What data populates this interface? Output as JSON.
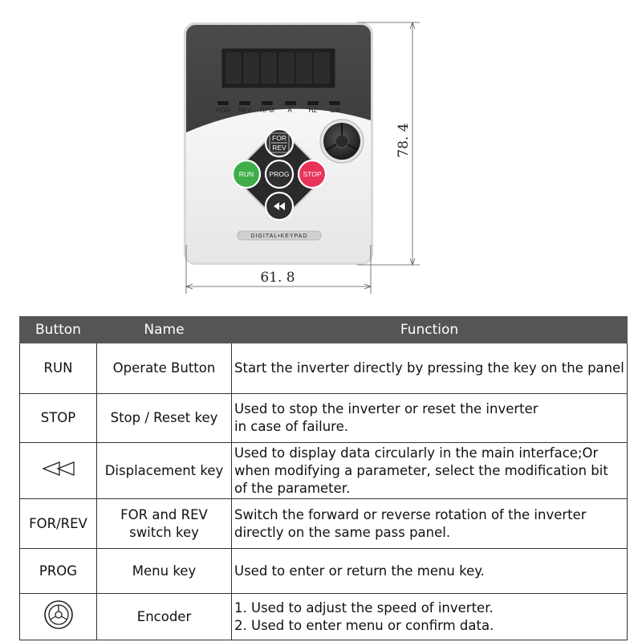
{
  "keypad": {
    "indicators": [
      "FOR",
      "REV",
      "RPM",
      "A",
      "HZ",
      "L/R"
    ],
    "buttons": {
      "for_rev_top": "FOR",
      "for_rev_bottom": "REV",
      "run": "RUN",
      "prog": "PROG",
      "stop": "STOP"
    },
    "brand": "DIGITAL•KEYPAD",
    "colors": {
      "run": "#3fae49",
      "stop": "#e8345a",
      "body_top": "#3a3a3a",
      "body_bottom": "#eeeeee",
      "button": "#2a2a2a"
    }
  },
  "dimensions": {
    "height": "78. 4",
    "width": "61. 8"
  },
  "table": {
    "headers": [
      "Button",
      "Name",
      "Function"
    ],
    "rows": [
      {
        "button": "RUN",
        "name": [
          "Operate Button"
        ],
        "function": [
          "Start the inverter directly by pressing the key on the panel"
        ]
      },
      {
        "button": "STOP",
        "name": [
          "Stop / Reset key"
        ],
        "function": [
          "Used to stop the inverter or reset the inverter",
          "in case of failure."
        ]
      },
      {
        "button_icon": "displacement-icon",
        "name": [
          "Displacement key"
        ],
        "function": [
          "Used to display data circularly in the main interface;Or",
          "when modifying a parameter, select the modification bit",
          "of the parameter."
        ]
      },
      {
        "button": "FOR/REV",
        "name": [
          "FOR and REV",
          "switch key"
        ],
        "function": [
          "Switch the forward or reverse rotation of the inverter",
          "directly on the same pass panel."
        ]
      },
      {
        "button": "PROG",
        "name": [
          "Menu key"
        ],
        "function": [
          "Used to enter or return the menu key."
        ]
      },
      {
        "button_icon": "encoder-icon",
        "name": [
          "Encoder"
        ],
        "function": [
          "1. Used to adjust the speed of inverter.",
          "2. Used to enter menu or confirm data."
        ]
      }
    ]
  }
}
